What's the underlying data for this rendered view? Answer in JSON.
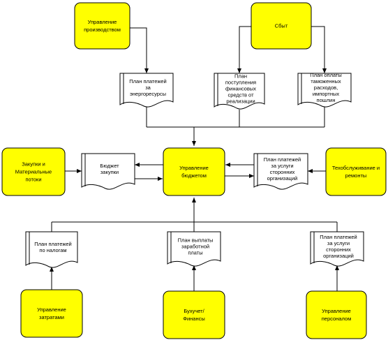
{
  "colors": {
    "node_fill": "#ffff00",
    "doc_fill": "#ffffff",
    "stroke": "#000000"
  },
  "nodes": {
    "upr_proizvodstvom": [
      "Управление",
      "производством"
    ],
    "sbyt": [
      "Сбыт"
    ],
    "zakupki": [
      "Закупки  и",
      "Материальные",
      "потоки"
    ],
    "upravlenie_budgetom": [
      "Управление",
      "бюджетом"
    ],
    "tehobsluzhivanie": [
      "Техобслуживание и",
      "ремонты"
    ],
    "upr_zatratami": [
      "Управление",
      "затратами"
    ],
    "buhuchet": [
      "Бухучет/",
      "Финансы"
    ],
    "upr_personalom": [
      "Управление",
      "персоналом"
    ]
  },
  "documents": {
    "plan_energo": [
      "План платежей",
      "за",
      "энергоресурсы"
    ],
    "plan_postupleniya": [
      "План",
      "поступления",
      "финансовых",
      "средств от",
      "реализации"
    ],
    "plan_tamozhennyh": [
      "План оплаты",
      "таможенных",
      "расходов,",
      "импортных",
      "пошлин"
    ],
    "budget_zakupki": [
      "Бюджет",
      "закупки"
    ],
    "plan_uslug_right": [
      "План платежей",
      "за услуги",
      "сторонних",
      "организаций"
    ],
    "plan_nalogi": [
      "План платежей",
      "по налогам"
    ],
    "plan_zarplata": [
      "План выплаты",
      "заработной",
      "платы"
    ],
    "plan_uslug_bottom": [
      "План платежей",
      "за услуги",
      "сторонних",
      "организаций"
    ]
  }
}
